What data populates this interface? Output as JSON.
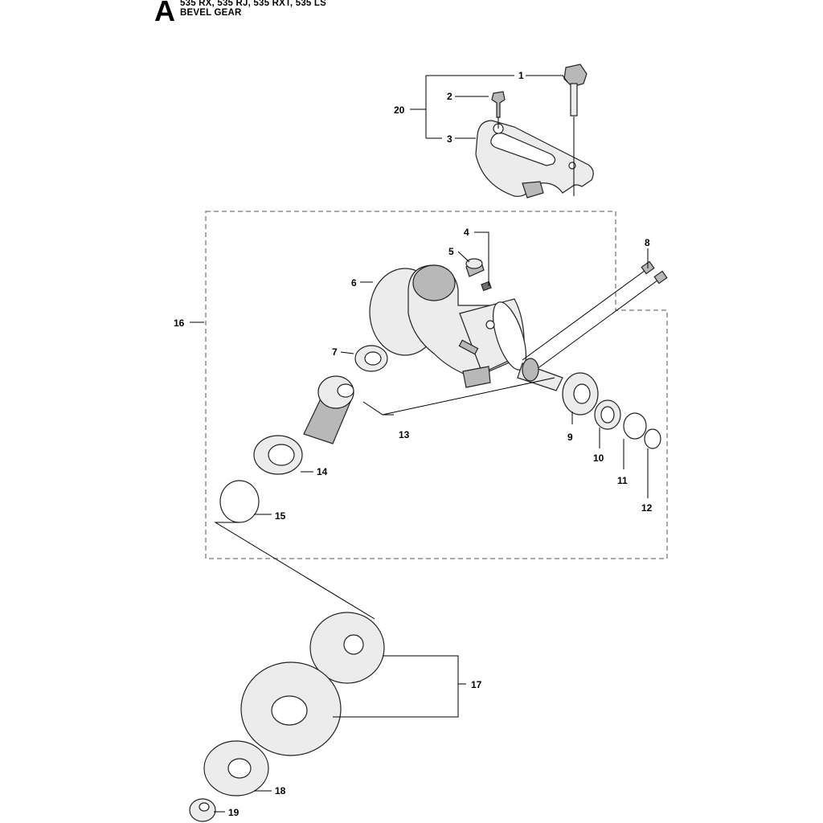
{
  "header": {
    "section_letter": "A",
    "models": "535 RX, 535 RJ, 535 RXT, 535 LS",
    "title": "BEVEL GEAR"
  },
  "callouts": {
    "n1": "1",
    "n2": "2",
    "n3": "3",
    "n4": "4",
    "n5": "5",
    "n6": "6",
    "n7": "7",
    "n8": "8",
    "n9": "9",
    "n10": "10",
    "n11": "11",
    "n12": "12",
    "n13": "13",
    "n14": "14",
    "n15": "15",
    "n16": "16",
    "n17": "17",
    "n18": "18",
    "n19": "19",
    "n20": "20"
  },
  "colors": {
    "line": "#000000",
    "part_fill": "#ececec",
    "part_shade": "#b8b8b8",
    "background": "#ffffff"
  }
}
